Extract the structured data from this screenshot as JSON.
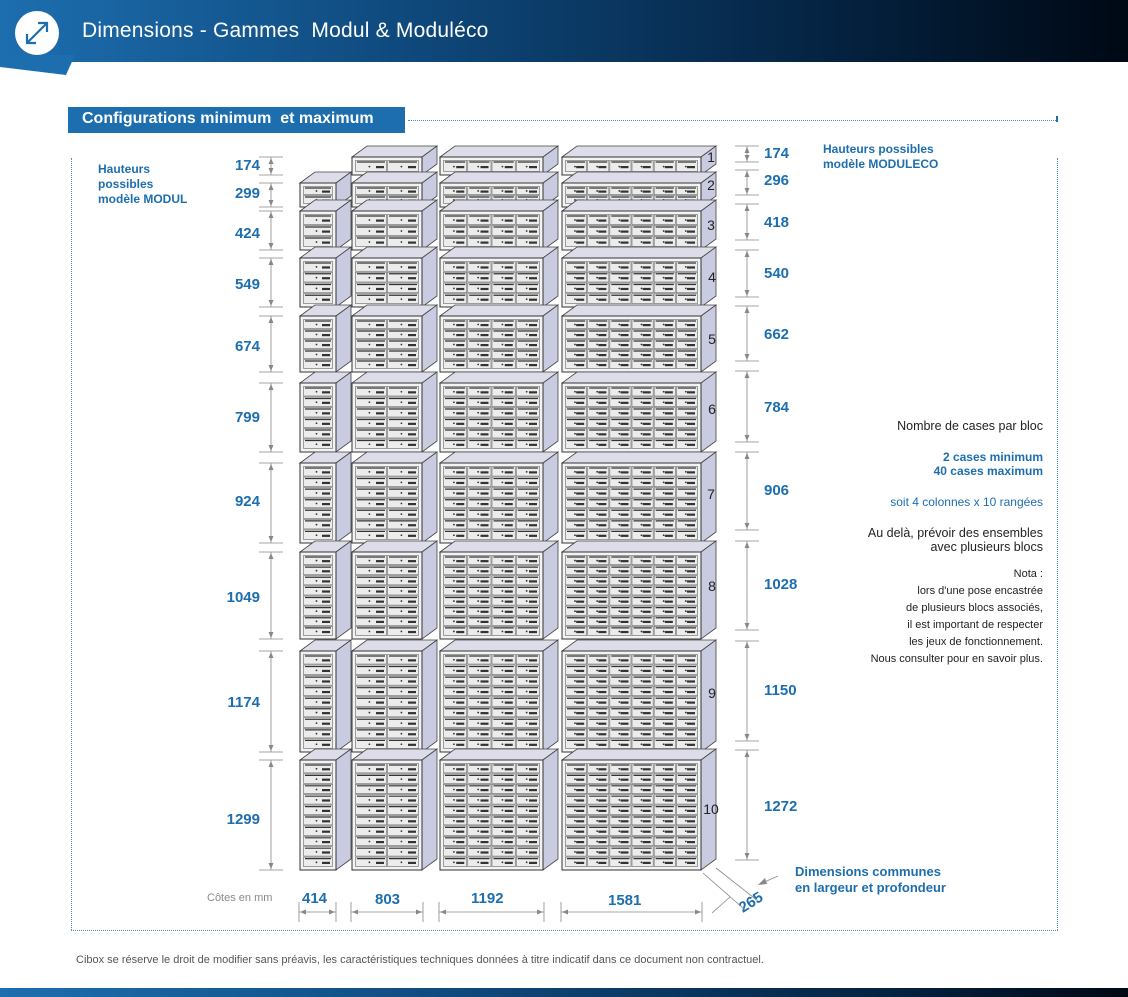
{
  "header": {
    "title": "Dimensions - Gammes  Modul & Moduléco",
    "icon": "resize-arrows-icon",
    "accent_color": "#1d6eaf"
  },
  "section": {
    "title": "Configurations minimum  et maximum"
  },
  "labels": {
    "modul_heights": [
      "Hauteurs",
      "possibles",
      "modèle MODUL"
    ],
    "moduleco_heights": [
      "Hauteurs possibles",
      "modèle MODULECO"
    ],
    "units": "Côtes en mm",
    "common_dims": [
      "Dimensions communes",
      "en largeur et profondeur"
    ]
  },
  "modul_heights": [
    "174",
    "299",
    "424",
    "549",
    "674",
    "799",
    "924",
    "1049",
    "1174",
    "1299"
  ],
  "moduleco_heights": [
    "174",
    "296",
    "418",
    "540",
    "662",
    "784",
    "906",
    "1028",
    "1150",
    "1272"
  ],
  "row_numbers": [
    "1",
    "2",
    "3",
    "4",
    "5",
    "6",
    "7",
    "8",
    "9",
    "10"
  ],
  "widths": [
    "414",
    "803",
    "1192",
    "1581"
  ],
  "depth": "265",
  "notes": {
    "title": "Nombre de cases par bloc",
    "min": "2 cases minimum",
    "max": "40 cases maximum",
    "layout": "soit 4 colonnes x 10 rangées",
    "beyond": [
      "Au delà, prévoir des ensembles",
      "avec plusieurs blocs"
    ],
    "nota": [
      "Nota :",
      "lors d'une pose encastrée",
      "de plusieurs blocs associés,",
      "il est important de respecter",
      "les jeux de fonctionnement.",
      "Nous consulter pour en savoir plus."
    ]
  },
  "footer": {
    "disclaimer": "Cibox se réserve le droit de modifier sans préavis, les caractéristiques techniques données à titre indicatif dans ce document non contractuel."
  }
}
